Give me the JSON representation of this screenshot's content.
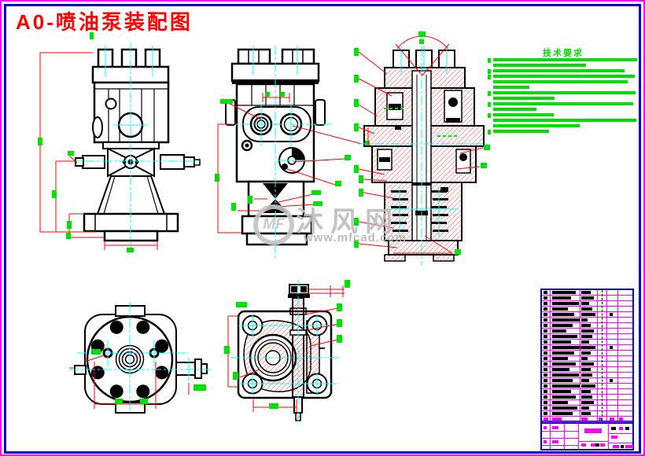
{
  "page": {
    "title": "A0-喷油泵装配图"
  },
  "colors": {
    "title_text": "#ff0000",
    "frame": "#0000dd",
    "outer_border": "#ff00ff",
    "outline": "#000000",
    "dimension": "#ff0000",
    "label_text": "#00e000",
    "centerline": "#00ffff",
    "table_grid": "#ff00ff",
    "watermark": "#c4c4c4"
  },
  "watermark": {
    "logo_text": "MF",
    "site_name": "沐风网",
    "site_url": "www.mfcad.com"
  },
  "notes": {
    "title": "技术要求",
    "lines": [
      {
        "m": 1,
        "w": 183
      },
      {
        "m": 0,
        "w": 118
      },
      {
        "m": 1,
        "w": 167
      },
      {
        "m": 1,
        "w": 180
      },
      {
        "m": 0,
        "w": 171
      },
      {
        "m": 0,
        "w": 46
      },
      {
        "m": 1,
        "w": 181
      },
      {
        "m": 0,
        "w": 78
      },
      {
        "m": 1,
        "w": 178
      },
      {
        "m": 0,
        "w": 55
      },
      {
        "m": 1,
        "w": 77
      },
      {
        "m": 0,
        "w": 182
      },
      {
        "m": 0,
        "w": 110
      },
      {
        "m": 1,
        "w": 71
      }
    ]
  },
  "bom": {
    "columns_x": [
      10,
      48,
      70,
      82,
      96
    ],
    "rows": [
      {
        "c2": 30,
        "c3": 12
      },
      {
        "c2": 24,
        "c3": 16
      },
      {
        "c2": 34,
        "c3": 10
      },
      {
        "c2": 20,
        "c3": 14
      },
      {
        "c2": 28,
        "c3": 18,
        "d": 4
      },
      {
        "c2": 36,
        "c3": 8
      },
      {
        "c2": 26,
        "c3": 12
      },
      {
        "c2": 18,
        "c3": 16
      },
      {
        "c2": 32,
        "c3": 14
      },
      {
        "c2": 24,
        "c3": 10
      },
      {
        "c2": 38,
        "c3": 18,
        "d": 4
      },
      {
        "c2": 28,
        "c3": 12
      },
      {
        "c2": 20,
        "c3": 8
      },
      {
        "c2": 30,
        "c3": 16
      },
      {
        "c2": 22,
        "c3": 12
      },
      {
        "c2": 34,
        "c3": 14
      },
      {
        "c2": 26,
        "c3": 10,
        "d": 4
      },
      {
        "c2": 36,
        "c3": 18
      },
      {
        "c2": 24,
        "c3": 12
      },
      {
        "c2": 30,
        "c3": 14
      },
      {
        "c2": 20,
        "c3": 16
      },
      {
        "c2": 32,
        "c3": 10
      },
      {
        "c2": 26,
        "c3": 12
      },
      {
        "hdr": true,
        "c1": 6,
        "c2": 12,
        "c3": 8,
        "c4": 5,
        "c5": 6,
        "c6": 5
      }
    ]
  }
}
